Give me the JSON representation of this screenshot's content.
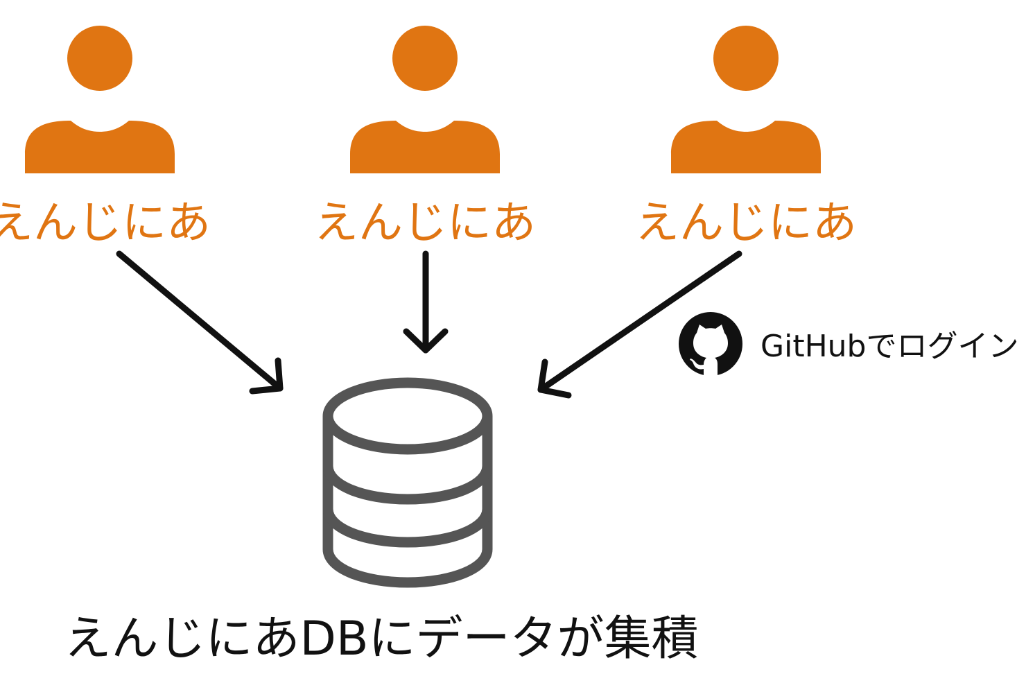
{
  "users": [
    {
      "label": "えんじにあ",
      "icon": "person-icon"
    },
    {
      "label": "えんじにあ",
      "icon": "person-icon"
    },
    {
      "label": "えんじにあ",
      "icon": "person-icon"
    }
  ],
  "github": {
    "label": "GitHubでログイン",
    "icon": "github-icon"
  },
  "database": {
    "icon": "database-icon"
  },
  "caption": "えんじにあDBにデータが集積",
  "colors": {
    "user": "#e07512",
    "ink": "#111111",
    "db": "#555555"
  }
}
